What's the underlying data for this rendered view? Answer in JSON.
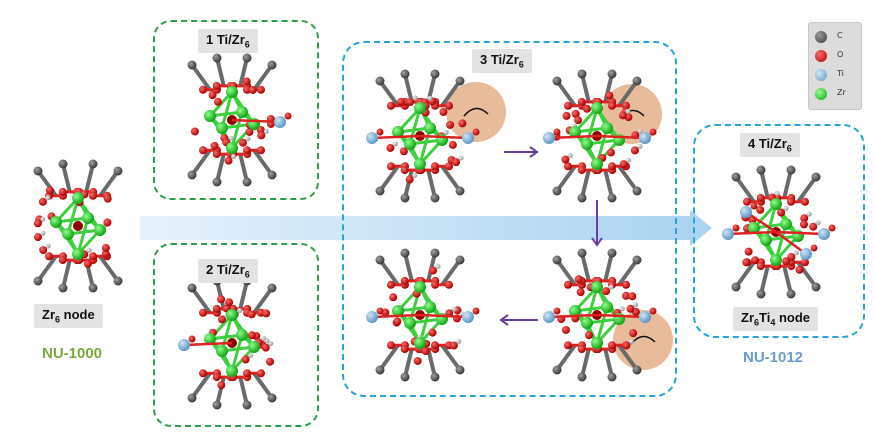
{
  "nodes": {
    "zr6": {
      "label": "Zr6 node",
      "label_main": "Zr",
      "label_sub": "6",
      "label_rest": " node",
      "caption": "NU-1000",
      "caption_color": "#7aa83f"
    },
    "ti1": {
      "label": "1 Ti/Zr6",
      "label_main": "1 Ti/Zr",
      "label_sub": "6"
    },
    "ti2": {
      "label": "2 Ti/Zr6",
      "label_main": "2 Ti/Zr",
      "label_sub": "6"
    },
    "ti3": {
      "label": "3 Ti/Zr6",
      "label_main": "3 Ti/Zr",
      "label_sub": "6"
    },
    "ti4": {
      "label": "4 Ti/Zr6",
      "label_main": "4 Ti/Zr",
      "label_sub": "6"
    },
    "product": {
      "label": "Zr6Ti4 node",
      "p1": "Zr",
      "s1": "6",
      "p2": "Ti",
      "s2": "4",
      "p3": " node",
      "caption": "NU-1012",
      "caption_color": "#6b9bc8"
    }
  },
  "legend": [
    {
      "symbol": "C",
      "color": "#4a4a4a"
    },
    {
      "symbol": "O",
      "color": "#cc0000"
    },
    {
      "symbol": "Ti",
      "color": "#7fb3d5"
    },
    {
      "symbol": "Zr",
      "color": "#22cc22"
    }
  ],
  "colors": {
    "green_box": "#2e9e4a",
    "blue_box": "#29a4d4",
    "main_arrow": "#b9dcf3",
    "step_arrow": "#6b3fa0",
    "highlight": "#e0a57a"
  }
}
